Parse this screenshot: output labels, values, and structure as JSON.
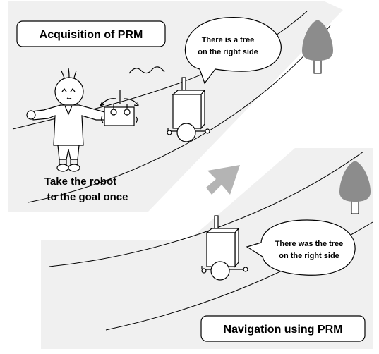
{
  "top_panel": {
    "title": "Acquisition of PRM",
    "speech": [
      "There is a tree",
      "on the right side"
    ],
    "caption": [
      "Take the robot",
      "to the goal once"
    ]
  },
  "bottom_panel": {
    "title": "Navigation  using PRM",
    "speech": [
      "There was the tree",
      "on the right side"
    ]
  },
  "colors": {
    "panel_bg": "#f0f0f0",
    "arrow": "#b4b4b4",
    "tree": "#8c8c8c",
    "stroke": "#000000"
  }
}
